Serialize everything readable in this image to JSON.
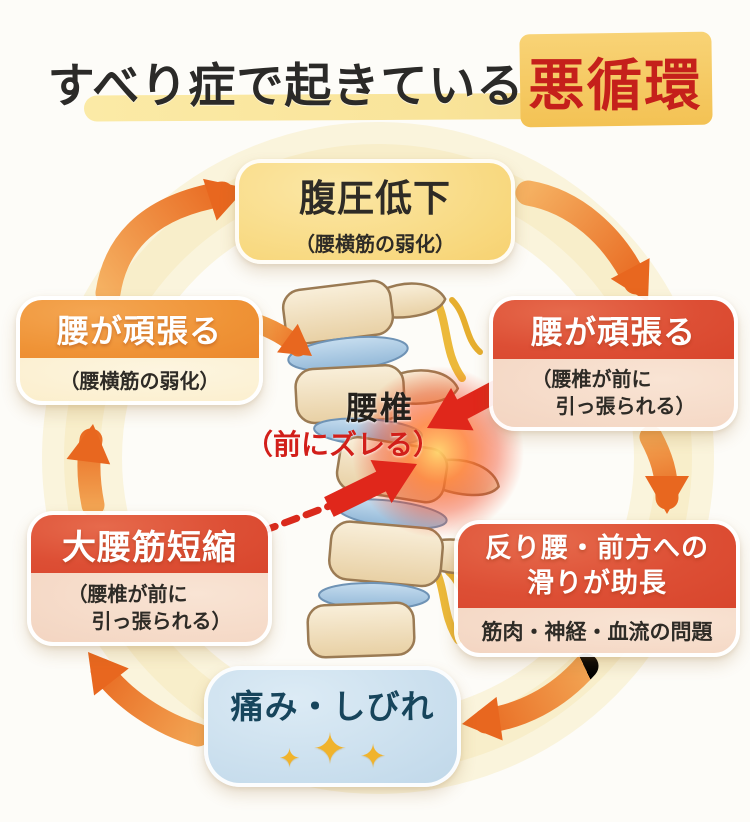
{
  "title": {
    "prefix": "すべり症で起きている",
    "highlight": "悪循環"
  },
  "center": {
    "label": "腰椎",
    "sublabel": "（前にズレる）"
  },
  "nodes": {
    "top": {
      "title": "腹圧低下",
      "subtitle": "（腰横筋の弱化）"
    },
    "left": {
      "title": "腰が頑張る",
      "subtitle": "（腰横筋の弱化）"
    },
    "right": {
      "title": "腰が頑張る",
      "subtitle_line1": "（腰椎が前に",
      "subtitle_line2": "引っ張られる）"
    },
    "bottom_right": {
      "title_line1": "反り腰・前方への",
      "title_line2": "滑りが助長",
      "subtitle": "筋肉・神経・血流の問題"
    },
    "bottom_left": {
      "title": "大腰筋短縮",
      "subtitle_line1": "（腰椎が前に",
      "subtitle_line2": "引っ張られる）"
    },
    "bottom": {
      "title": "痛み・しびれ",
      "sparkle": "✦"
    }
  },
  "colors": {
    "accent_orange": "#ec7f2b",
    "box_red": "#d94a33",
    "box_yellow": "#f7d479",
    "box_blue": "#c3d9ea",
    "title_red": "#c5201b",
    "highlight_yellow": "#f6ce6e",
    "sparkle_gold": "#f0b32c",
    "slip_arrow_red": "#e0271b"
  }
}
